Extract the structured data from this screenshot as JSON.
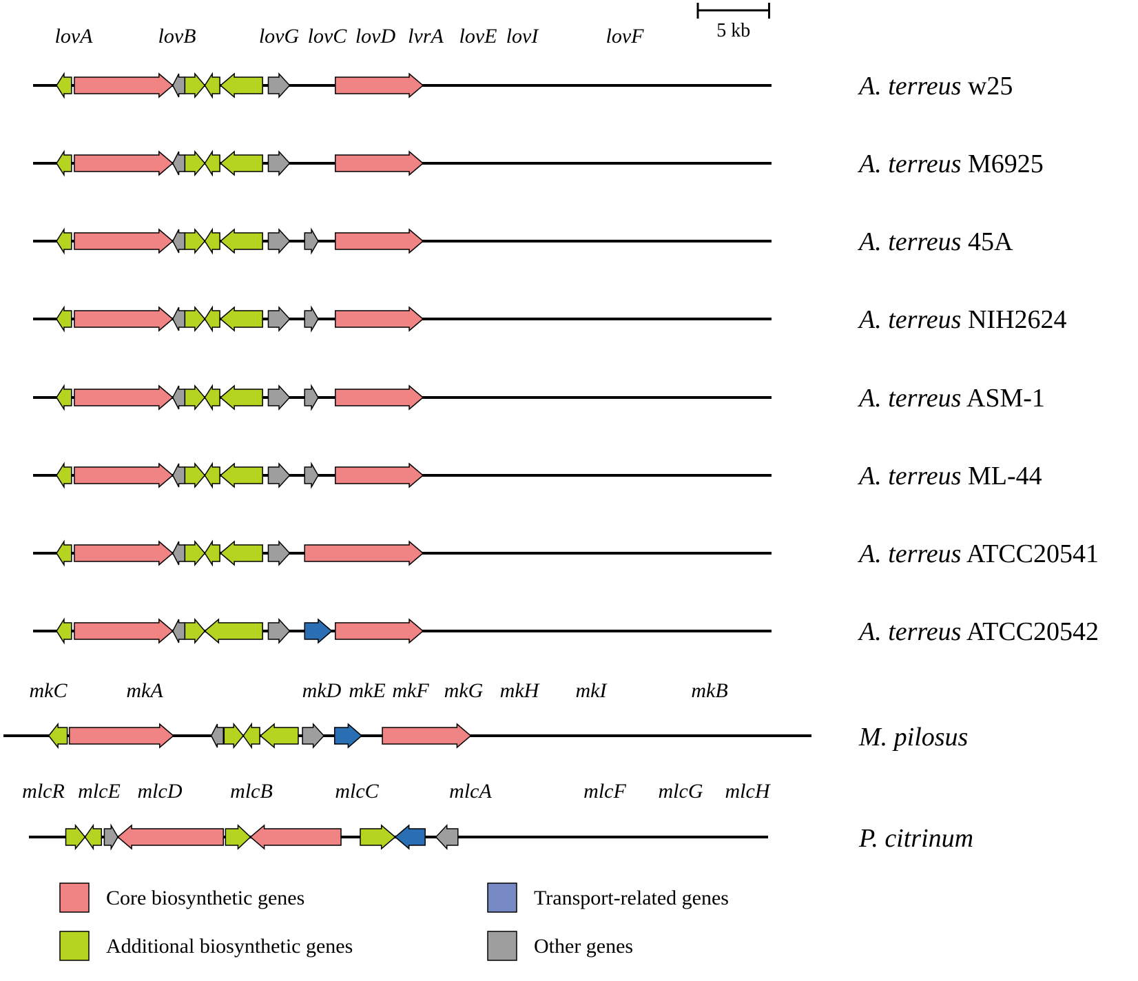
{
  "colors": {
    "core": "#F08484",
    "additional": "#B5D422",
    "transport": "#2A6FB3",
    "other": "#9E9E9E",
    "legend_transport": "#7789C4",
    "outline": "#000000",
    "line": "#000000"
  },
  "scale_bar": {
    "label": "5 kb",
    "length_kb": 5
  },
  "clusters": [
    {
      "strain_italic": "A. terreus",
      "strain_suffix": " w25",
      "labels": [
        "lovA",
        "lovB",
        "lovG",
        "lovC",
        "lovD",
        "lvrA",
        "lovE",
        "lovI",
        "lovF"
      ],
      "genes": [
        {
          "start": 1.15,
          "end": 0.1,
          "dir": -1,
          "cat": "additional"
        },
        {
          "start": 1.35,
          "end": 8.25,
          "dir": 1,
          "cat": "core"
        },
        {
          "start": 9.1,
          "end": 8.25,
          "dir": -1,
          "cat": "other"
        },
        {
          "start": 9.1,
          "end": 10.5,
          "dir": 1,
          "cat": "additional"
        },
        {
          "start": 11.55,
          "end": 10.5,
          "dir": -1,
          "cat": "additional"
        },
        {
          "start": 14.55,
          "end": 11.6,
          "dir": -1,
          "cat": "additional"
        },
        {
          "start": 14.95,
          "end": 16.45,
          "dir": 1,
          "cat": "other"
        },
        {
          "start": 19.65,
          "end": 25.8,
          "dir": 1,
          "cat": "core"
        }
      ]
    },
    {
      "strain_italic": "A. terreus",
      "strain_suffix": " M6925",
      "labels": [],
      "genes": [
        {
          "start": 1.15,
          "end": 0.1,
          "dir": -1,
          "cat": "additional"
        },
        {
          "start": 1.35,
          "end": 8.25,
          "dir": 1,
          "cat": "core"
        },
        {
          "start": 9.1,
          "end": 8.25,
          "dir": -1,
          "cat": "other"
        },
        {
          "start": 9.1,
          "end": 10.5,
          "dir": 1,
          "cat": "additional"
        },
        {
          "start": 11.55,
          "end": 10.5,
          "dir": -1,
          "cat": "additional"
        },
        {
          "start": 14.55,
          "end": 11.6,
          "dir": -1,
          "cat": "additional"
        },
        {
          "start": 14.95,
          "end": 16.45,
          "dir": 1,
          "cat": "other"
        },
        {
          "start": 19.65,
          "end": 25.8,
          "dir": 1,
          "cat": "core"
        }
      ]
    },
    {
      "strain_italic": "A. terreus",
      "strain_suffix": " 45A",
      "labels": [],
      "genes": [
        {
          "start": 1.15,
          "end": 0.1,
          "dir": -1,
          "cat": "additional"
        },
        {
          "start": 1.35,
          "end": 8.25,
          "dir": 1,
          "cat": "core"
        },
        {
          "start": 9.1,
          "end": 8.25,
          "dir": -1,
          "cat": "other"
        },
        {
          "start": 9.1,
          "end": 10.5,
          "dir": 1,
          "cat": "additional"
        },
        {
          "start": 11.55,
          "end": 10.5,
          "dir": -1,
          "cat": "additional"
        },
        {
          "start": 14.55,
          "end": 11.6,
          "dir": -1,
          "cat": "additional"
        },
        {
          "start": 14.95,
          "end": 16.45,
          "dir": 1,
          "cat": "other"
        },
        {
          "start": 17.5,
          "end": 18.45,
          "dir": 1,
          "cat": "other"
        },
        {
          "start": 19.65,
          "end": 25.8,
          "dir": 1,
          "cat": "core"
        }
      ]
    },
    {
      "strain_italic": "A. terreus",
      "strain_suffix": " NIH2624",
      "labels": [],
      "genes": [
        {
          "start": 1.15,
          "end": 0.1,
          "dir": -1,
          "cat": "additional"
        },
        {
          "start": 1.35,
          "end": 8.25,
          "dir": 1,
          "cat": "core"
        },
        {
          "start": 9.1,
          "end": 8.25,
          "dir": -1,
          "cat": "other"
        },
        {
          "start": 9.1,
          "end": 10.5,
          "dir": 1,
          "cat": "additional"
        },
        {
          "start": 11.55,
          "end": 10.5,
          "dir": -1,
          "cat": "additional"
        },
        {
          "start": 14.55,
          "end": 11.6,
          "dir": -1,
          "cat": "additional"
        },
        {
          "start": 14.95,
          "end": 16.45,
          "dir": 1,
          "cat": "other"
        },
        {
          "start": 17.5,
          "end": 18.45,
          "dir": 1,
          "cat": "other"
        },
        {
          "start": 19.65,
          "end": 25.8,
          "dir": 1,
          "cat": "core"
        }
      ]
    },
    {
      "strain_italic": "A. terreus",
      "strain_suffix": " ASM-1",
      "labels": [],
      "genes": [
        {
          "start": 1.15,
          "end": 0.1,
          "dir": -1,
          "cat": "additional"
        },
        {
          "start": 1.35,
          "end": 8.25,
          "dir": 1,
          "cat": "core"
        },
        {
          "start": 9.1,
          "end": 8.25,
          "dir": -1,
          "cat": "other"
        },
        {
          "start": 9.1,
          "end": 10.5,
          "dir": 1,
          "cat": "additional"
        },
        {
          "start": 11.55,
          "end": 10.5,
          "dir": -1,
          "cat": "additional"
        },
        {
          "start": 14.55,
          "end": 11.6,
          "dir": -1,
          "cat": "additional"
        },
        {
          "start": 14.95,
          "end": 16.45,
          "dir": 1,
          "cat": "other"
        },
        {
          "start": 17.5,
          "end": 18.45,
          "dir": 1,
          "cat": "other"
        },
        {
          "start": 19.65,
          "end": 25.8,
          "dir": 1,
          "cat": "core"
        }
      ]
    },
    {
      "strain_italic": "A. terreus",
      "strain_suffix": " ML-44",
      "labels": [],
      "genes": [
        {
          "start": 1.15,
          "end": 0.1,
          "dir": -1,
          "cat": "additional"
        },
        {
          "start": 1.35,
          "end": 8.25,
          "dir": 1,
          "cat": "core"
        },
        {
          "start": 9.1,
          "end": 8.25,
          "dir": -1,
          "cat": "other"
        },
        {
          "start": 9.1,
          "end": 10.5,
          "dir": 1,
          "cat": "additional"
        },
        {
          "start": 11.55,
          "end": 10.5,
          "dir": -1,
          "cat": "additional"
        },
        {
          "start": 14.55,
          "end": 11.6,
          "dir": -1,
          "cat": "additional"
        },
        {
          "start": 14.95,
          "end": 16.45,
          "dir": 1,
          "cat": "other"
        },
        {
          "start": 17.5,
          "end": 18.45,
          "dir": 1,
          "cat": "other"
        },
        {
          "start": 19.65,
          "end": 25.8,
          "dir": 1,
          "cat": "core"
        }
      ]
    },
    {
      "strain_italic": "A. terreus",
      "strain_suffix": " ATCC20541",
      "labels": [],
      "genes": [
        {
          "start": 1.15,
          "end": 0.1,
          "dir": -1,
          "cat": "additional"
        },
        {
          "start": 1.35,
          "end": 8.25,
          "dir": 1,
          "cat": "core"
        },
        {
          "start": 9.1,
          "end": 8.25,
          "dir": -1,
          "cat": "other"
        },
        {
          "start": 9.1,
          "end": 10.5,
          "dir": 1,
          "cat": "additional"
        },
        {
          "start": 11.55,
          "end": 10.5,
          "dir": -1,
          "cat": "additional"
        },
        {
          "start": 14.55,
          "end": 11.6,
          "dir": -1,
          "cat": "additional"
        },
        {
          "start": 14.95,
          "end": 16.45,
          "dir": 1,
          "cat": "other"
        },
        {
          "start": 17.5,
          "end": 25.8,
          "dir": 1,
          "cat": "core"
        }
      ]
    },
    {
      "strain_italic": "A. terreus",
      "strain_suffix": " ATCC20542",
      "labels": [],
      "genes": [
        {
          "start": 1.15,
          "end": 0.1,
          "dir": -1,
          "cat": "additional"
        },
        {
          "start": 1.35,
          "end": 8.25,
          "dir": 1,
          "cat": "core"
        },
        {
          "start": 9.1,
          "end": 8.25,
          "dir": -1,
          "cat": "other"
        },
        {
          "start": 9.1,
          "end": 10.5,
          "dir": 1,
          "cat": "additional"
        },
        {
          "start": 14.55,
          "end": 10.5,
          "dir": -1,
          "cat": "additional"
        },
        {
          "start": 14.95,
          "end": 16.45,
          "dir": 1,
          "cat": "other"
        },
        {
          "start": 17.5,
          "end": 19.4,
          "dir": 1,
          "cat": "transport"
        },
        {
          "start": 19.65,
          "end": 25.8,
          "dir": 1,
          "cat": "core"
        }
      ]
    },
    {
      "strain_italic": "M. pilosus",
      "strain_suffix": "",
      "labels": [
        "mkC",
        "mkA",
        "mkD",
        "mkE",
        "mkF",
        "mkG",
        "mkH",
        "mkI",
        "mkB"
      ],
      "genes": [
        {
          "start": 0.85,
          "end": -0.45,
          "dir": -1,
          "cat": "additional"
        },
        {
          "start": 1.0,
          "end": 8.3,
          "dir": 1,
          "cat": "core"
        },
        {
          "start": 11.8,
          "end": 10.95,
          "dir": -1,
          "cat": "other"
        },
        {
          "start": 11.85,
          "end": 13.2,
          "dir": 1,
          "cat": "additional"
        },
        {
          "start": 14.35,
          "end": 13.2,
          "dir": -1,
          "cat": "additional"
        },
        {
          "start": 17.05,
          "end": 14.4,
          "dir": -1,
          "cat": "additional"
        },
        {
          "start": 17.35,
          "end": 18.85,
          "dir": 1,
          "cat": "other"
        },
        {
          "start": 19.6,
          "end": 21.5,
          "dir": 1,
          "cat": "transport"
        },
        {
          "start": 22.95,
          "end": 29.15,
          "dir": 1,
          "cat": "core"
        }
      ]
    },
    {
      "strain_italic": "P. citrinum",
      "strain_suffix": "",
      "labels": [
        "mlcR",
        "mlcE",
        "mlcD",
        "mlcB",
        "mlcC",
        "mlcA",
        "mlcF",
        "mlcG",
        "mlcH"
      ],
      "genes": [
        {
          "start": 0.75,
          "end": 2.1,
          "dir": 1,
          "cat": "additional"
        },
        {
          "start": 3.25,
          "end": 2.1,
          "dir": -1,
          "cat": "additional"
        },
        {
          "start": 3.45,
          "end": 4.4,
          "dir": 1,
          "cat": "other"
        },
        {
          "start": 11.8,
          "end": 4.4,
          "dir": -1,
          "cat": "core"
        },
        {
          "start": 11.95,
          "end": 13.7,
          "dir": 1,
          "cat": "additional"
        },
        {
          "start": 20.05,
          "end": 13.7,
          "dir": -1,
          "cat": "core"
        },
        {
          "start": 21.4,
          "end": 23.85,
          "dir": 1,
          "cat": "additional"
        },
        {
          "start": 25.95,
          "end": 23.85,
          "dir": -1,
          "cat": "transport"
        },
        {
          "start": 28.25,
          "end": 26.7,
          "dir": -1,
          "cat": "other"
        }
      ]
    }
  ],
  "legend": [
    {
      "label": "Core biosynthetic genes",
      "color_key": "core"
    },
    {
      "label": "Transport-related genes",
      "color_key": "legend_transport"
    },
    {
      "label": "Additional biosynthetic genes",
      "color_key": "additional"
    },
    {
      "label": "Other genes",
      "color_key": "other"
    }
  ]
}
